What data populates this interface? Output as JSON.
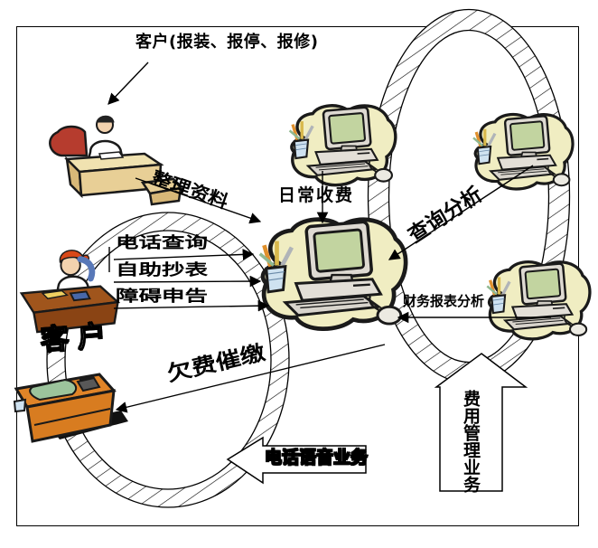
{
  "diagram": {
    "top_label": "客户(报装、报停、报修)",
    "flow_labels": {
      "organize_data": "整理资料",
      "daily_fee_collection": "日常收费",
      "phone_query": "电话查询",
      "self_meter_reading": "自助抄表",
      "fault_report": "障碍申告",
      "arrears_reminder": "欠费催缴",
      "query_analysis": "查询分析",
      "financial_report_analysis": "财务报表分析"
    },
    "entity_labels": {
      "customer": "客户"
    },
    "banner_labels": {
      "phone_voice_business": "电话语音业务",
      "fee_management_business": "费用管理业务"
    },
    "icons": [
      {
        "name": "computer-icon",
        "count": 4
      },
      {
        "name": "person-at-desk-icon",
        "count": 1
      },
      {
        "name": "person-on-phone-icon",
        "count": 1
      },
      {
        "name": "desk-telephone-icon",
        "count": 1
      },
      {
        "name": "hatched-ellipse-ring",
        "count": 2
      }
    ],
    "colors": {
      "background": "#ffffff",
      "line": "#000000",
      "computer_blob": "#f0edc2",
      "computer_screen": "#c2d4a0",
      "desk_wood": "#e8cf96",
      "desk_orange": "#e08428",
      "desk_brown": "#a0551c",
      "chair_red": "#b63c2e",
      "hair_red": "#d84818",
      "phone_blue": "#5878b8",
      "cloth_green": "#9cc49c"
    }
  }
}
